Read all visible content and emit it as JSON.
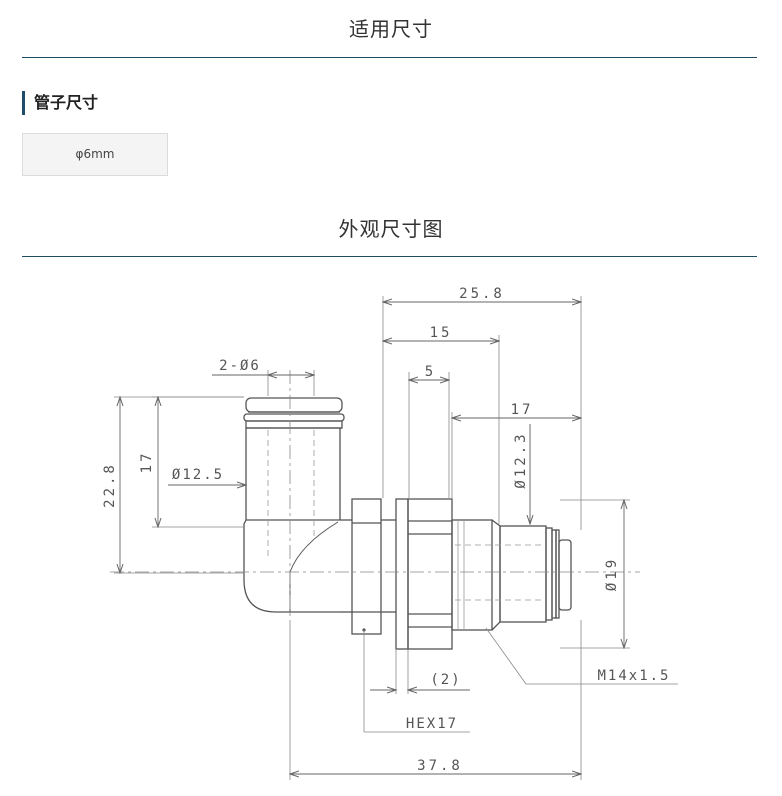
{
  "section1": {
    "title": "适用尺寸"
  },
  "tube": {
    "heading": "管子尺寸",
    "options": [
      "φ6mm"
    ]
  },
  "section2": {
    "title": "外观尺寸图"
  },
  "drawing": {
    "dims": {
      "total_width": "25.8",
      "body_length": "15",
      "nut_width": "5",
      "fitting_length": "17",
      "port_dia": "2-Ø6",
      "elbow_dia": "Ø12.5",
      "elbow_height": "17",
      "overall_height": "22.8",
      "body_dia": "Ø12.3",
      "flange_dia": "Ø19",
      "thread": "M14x1.5",
      "gap": "(2)",
      "hex": "HEX17",
      "overall_length": "37.8"
    }
  }
}
